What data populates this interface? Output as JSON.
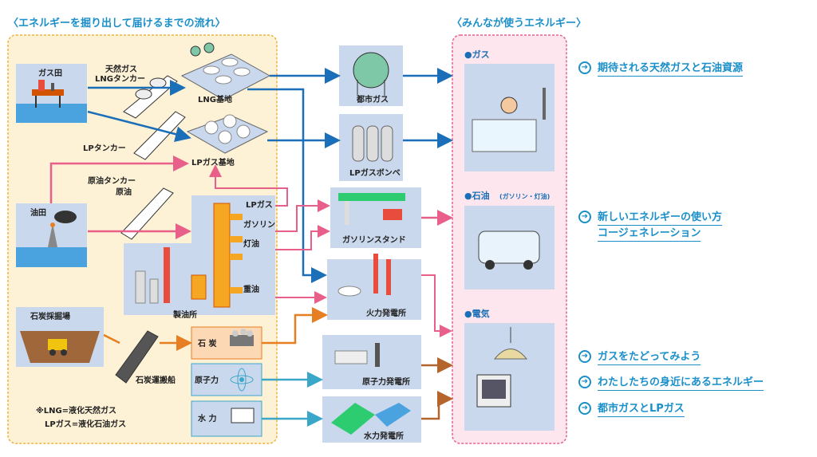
{
  "left_title": "〈エネルギーを掘り出して届けるまでの流れ〉",
  "right_title": "〈みんなが使うエネルギー〉",
  "sources": {
    "gas_field": "ガス田",
    "oil_field": "油田",
    "coal_mine": "石炭採掘場"
  },
  "carriers": {
    "lng_tanker_1": "天然ガス",
    "lng_tanker_2": "LNGタンカー",
    "lp_tanker": "LPタンカー",
    "crude_tanker_1": "原油タンカー",
    "crude_tanker_2": "原油",
    "coal_ship": "石炭運搬船"
  },
  "bases": {
    "lng_base": "LNG基地",
    "lp_base": "LPガス基地",
    "refinery": "製油所"
  },
  "products": {
    "lpgas": "LPガス",
    "gasoline": "ガソリン",
    "kerosene": "灯油",
    "heavy_oil": "重油"
  },
  "resources": {
    "coal": "石 炭",
    "nuclear": "原子力",
    "hydro": "水 力"
  },
  "facilities": {
    "city_gas": "都市ガス",
    "lp_cylinder": "LPガスボンベ",
    "gas_station": "ガソリンスタンド",
    "thermal": "火力発電所",
    "nuclear_plant": "原子力発電所",
    "hydro_plant": "水力発電所"
  },
  "uses": {
    "gas": "●ガス",
    "oil_main": "●石油",
    "oil_sub": "(ガソリン・灯油)",
    "electricity": "●電気"
  },
  "notes": {
    "lng": "※LNG=液化天然ガス",
    "lp": "LPガス=液化石油ガス"
  },
  "links": [
    {
      "lines": [
        "期待される天然ガスと石油資源"
      ]
    },
    {
      "lines": [
        "新しいエネルギーの使い方",
        "コージェネレーション"
      ]
    },
    {
      "lines": [
        "ガスをたどってみよう"
      ]
    },
    {
      "lines": [
        "わたしたちの身近にあるエネルギー"
      ]
    },
    {
      "lines": [
        "都市ガスとLPガス"
      ]
    }
  ],
  "colors": {
    "accent": "#1a8fc9",
    "flow_blue": "#1a6fb8",
    "flow_pink": "#e8608a",
    "flow_orange": "#e67e22",
    "flow_teal": "#3aa6c8",
    "left_panel": "#fdf1d6",
    "right_panel": "#fde6ee",
    "box": "#c9d8ec"
  }
}
